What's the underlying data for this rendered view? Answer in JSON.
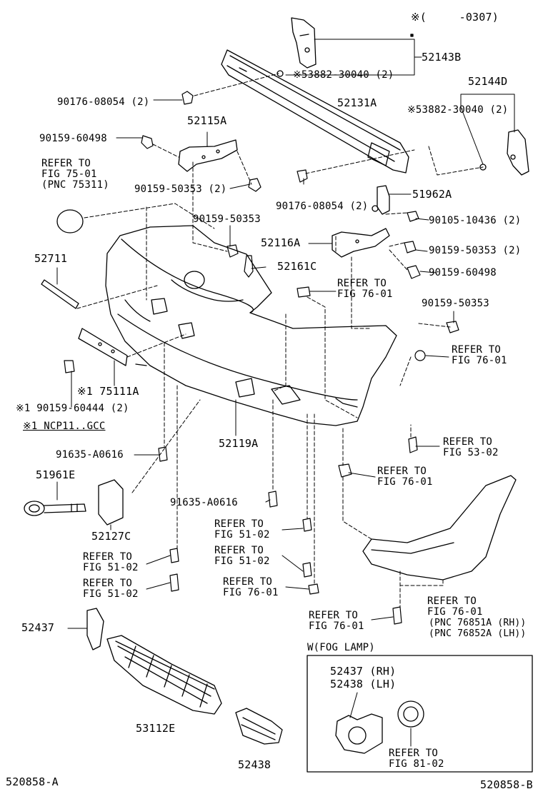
{
  "header": {
    "note": "※(　　　-0307)"
  },
  "labels": {
    "p52143B": "52143B",
    "p53882_top": "※53882-30040 (2)",
    "p90176_top": "90176-08054 (2)",
    "p52131A": "52131A",
    "p52144D": "52144D",
    "p53882_right": "※53882-30040 (2)",
    "p52115A": "52115A",
    "p90159_60498_left": "90159-60498",
    "refer_75_1": "REFER TO",
    "refer_75_2": "FIG 75-01",
    "refer_75_3": "(PNC 75311)",
    "p90159_50353_2a": "90159-50353 (2)",
    "p90176_mid": "90176-08054 (2)",
    "p51962A": "51962A",
    "p90105": "90105-10436 (2)",
    "p90159_50353_mid": "90159-50353",
    "p52116A": "52116A",
    "p90159_50353_2b": "90159-50353 (2)",
    "p52711": "52711",
    "p52161C": "52161C",
    "p90159_60498_right": "90159-60498",
    "refer_7601a_1": "REFER TO",
    "refer_7601a_2": "FIG 76-01",
    "p90159_50353_right": "90159-50353",
    "refer_7601b_1": "REFER TO",
    "refer_7601b_2": "FIG 76-01",
    "p75111A": "※1 75111A",
    "p90159_60444": "※1 90159-60444 (2)",
    "ncp_note": "※1 NCP11..GCC",
    "p52119A": "52119A",
    "p91635_a": "91635-A0616",
    "refer_5302_1": "REFER TO",
    "refer_5302_2": "FIG 53-02",
    "p51961E": "51961E",
    "refer_7601c_1": "REFER TO",
    "refer_7601c_2": "FIG 76-01",
    "p91635_b": "91635-A0616",
    "p52127C": "52127C",
    "refer_5102a_1": "REFER TO",
    "refer_5102a_2": "FIG 51-02",
    "refer_5102b_1": "REFER TO",
    "refer_5102b_2": "FIG 51-02",
    "refer_5102c_1": "REFER TO",
    "refer_5102c_2": "FIG 51-02",
    "refer_5102d_1": "REFER TO",
    "refer_5102d_2": "FIG 51-02",
    "refer_7601d_1": "REFER TO",
    "refer_7601d_2": "FIG 76-01",
    "refer_7601e_1": "REFER TO",
    "refer_7601e_2": "FIG 76-01",
    "refer_7601e_3": "(PNC 76851A (RH))",
    "refer_7601e_4": "(PNC 76852A (LH))",
    "refer_7601f_1": "REFER TO",
    "refer_7601f_2": "FIG 76-01",
    "p52437": "52437",
    "fog_title": "W(FOG LAMP)",
    "fog_rh": "52437 (RH)",
    "fog_lh": "52438 (LH)",
    "refer_8102_1": "REFER TO",
    "refer_8102_2": "FIG 81-02",
    "p53112E": "53112E",
    "p52438": "52438",
    "ref_left": "520858-A",
    "ref_right": "520858-B"
  }
}
